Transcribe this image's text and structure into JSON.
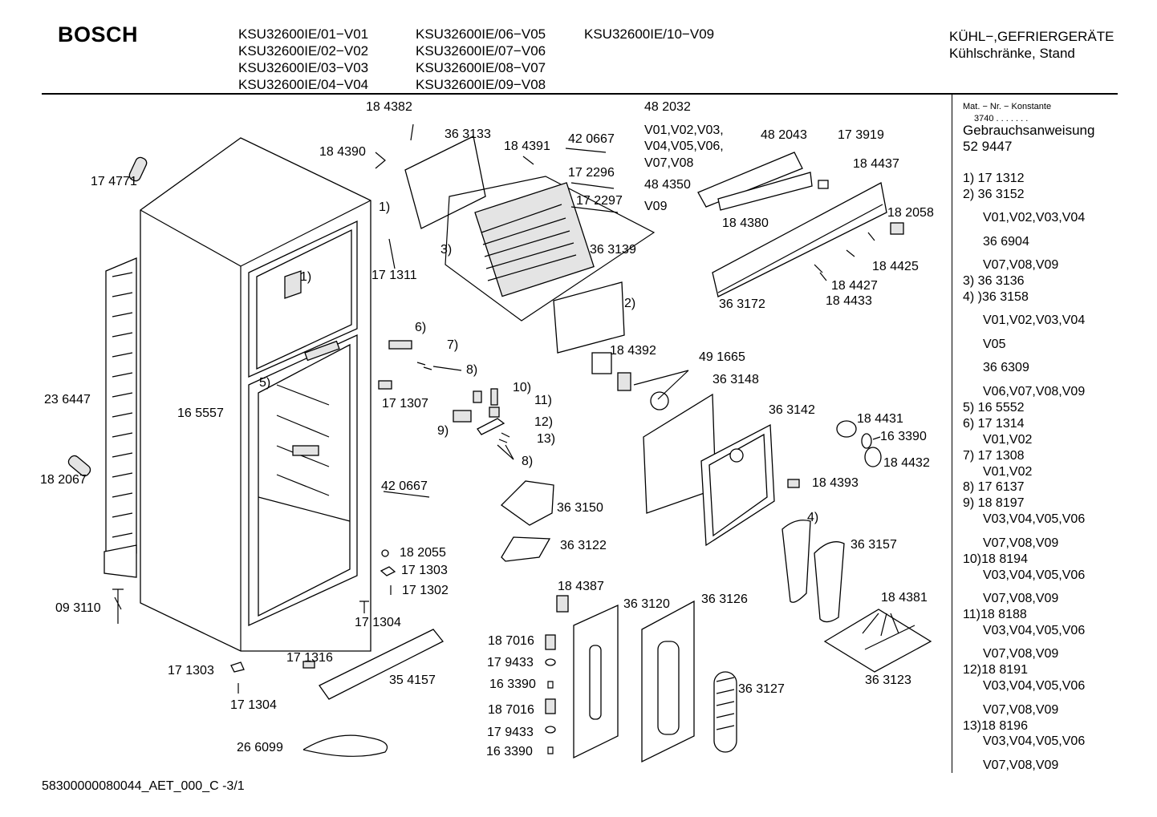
{
  "header": {
    "brand": "BOSCH",
    "models_col1": [
      "KSU32600IE/01−V01",
      "KSU32600IE/02−V02",
      "KSU32600IE/03−V03",
      "KSU32600IE/04−V04"
    ],
    "models_col2": [
      "KSU32600IE/06−V05",
      "KSU32600IE/07−V06",
      "KSU32600IE/08−V07",
      "KSU32600IE/09−V08"
    ],
    "models_col3": [
      "KSU32600IE/10−V09"
    ],
    "category_line1": "KÜHL−,GEFRIERGERÄTE",
    "category_line2": "Kühlschränke, Stand"
  },
  "labels": {
    "l184382": "18 4382",
    "l363133": "36 3133",
    "l184390": "18 4390",
    "l184391": "18 4391",
    "l420667a": "42 0667",
    "l172296": "17 2296",
    "l172297": "17 2297",
    "l482032": "48 2032",
    "v_line1": "V01,V02,V03,",
    "v_line2": "V04,V05,V06,",
    "v_line3": "V07,V08",
    "l484350": "48 4350",
    "v09": "V09",
    "l482043": "48 2043",
    "l173919": "17 3919",
    "l184437": "18 4437",
    "l184380": "18 4380",
    "l182058": "18 2058",
    "l174771": "17 4771",
    "ref1a": "1)",
    "l171311": "17 1311",
    "ref3": "3)",
    "l363139": "36 3139",
    "ref1b": "1)",
    "ref2": "2)",
    "l184425": "18 4425",
    "l184427": "18 4427",
    "l184433": "18 4433",
    "l363172": "36 3172",
    "ref6": "6)",
    "ref7": "7)",
    "ref8a": "8)",
    "l184392": "18 4392",
    "l491665": "49 1665",
    "l363148": "36 3148",
    "l236447": "23 6447",
    "ref5": "5)",
    "l165557": "16 5557",
    "l171307": "17 1307",
    "ref10": "10)",
    "ref11": "11)",
    "ref12": "12)",
    "ref9": "9)",
    "ref13": "13)",
    "ref8b": "8)",
    "l363142": "36 3142",
    "l184431": "18 4431",
    "l163390a": "16 3390",
    "l184432": "18 4432",
    "l182067": "18 2067",
    "l420667b": "42 0667",
    "l184393": "18 4393",
    "l363150": "36 3150",
    "ref4": "4)",
    "l363122": "36 3122",
    "l363157": "36 3157",
    "l182055": "18 2055",
    "l171303a": "17 1303",
    "l171302": "17 1302",
    "l184387": "18 4387",
    "l363120": "36 3120",
    "l363126": "36 3126",
    "l184381": "18 4381",
    "l093110": "09 3110",
    "l171304a": "17 1304",
    "l187016a": "18 7016",
    "l179433a": "17 9433",
    "l171303b": "17 1303",
    "l171316": "17 1316",
    "l354157": "35 4157",
    "l163390b": "16 3390",
    "l363127": "36 3127",
    "l363123": "36 3123",
    "l171304b": "17 1304",
    "l187016b": "18 7016",
    "l179433b": "17 9433",
    "l266099": "26 6099",
    "l163390c": "16 3390"
  },
  "sidebar": {
    "matnr": "Mat. − Nr. − Konstante",
    "konst": "3740 . . . . . . .",
    "manual": "Gebrauchsanweisung",
    "manual_nr": "52 9447",
    "items": [
      "1) 17 1312",
      "2) 36 3152",
      "V01,V02,V03,V04",
      "36 6904",
      "V07,V08,V09",
      "3) 36 3136",
      "4) )36 3158",
      "V01,V02,V03,V04",
      "V05",
      "36 6309",
      "V06,V07,V08,V09",
      "5) 16 5552",
      "6) 17 1314",
      "V01,V02",
      "7) 17 1308",
      "V01,V02",
      "8) 17 6137",
      "9) 18 8197",
      "V03,V04,V05,V06",
      "V07,V08,V09",
      "10)18 8194",
      "V03,V04,V05,V06",
      "V07,V08,V09",
      "11)18 8188",
      "V03,V04,V05,V06",
      "V07,V08,V09",
      "12)18 8191",
      "V03,V04,V05,V06",
      "V07,V08,V09",
      "13)18 8196",
      "V03,V04,V05,V06",
      "V07,V08,V09"
    ]
  },
  "footer": {
    "doc_id": "58300000080044_AET_000_C -3/1"
  }
}
